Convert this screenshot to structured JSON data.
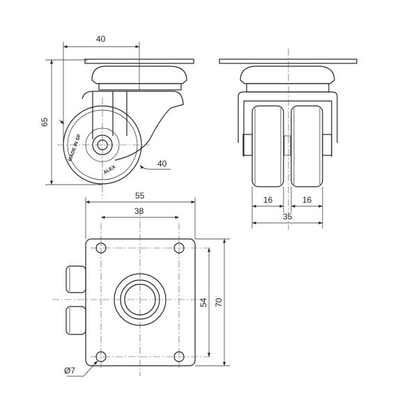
{
  "side_view": {
    "width_dim": "40",
    "height_dim": "65",
    "wheel_dim": "40",
    "wheel_text": "MADE IN SP",
    "wheel_logo": "ALEX"
  },
  "front_view": {
    "wheel_left_dim": "16",
    "wheel_right_dim": "16",
    "total_dim": "35"
  },
  "top_view": {
    "plate_width_dim": "55",
    "hole_spacing_x_dim": "38",
    "hole_spacing_y_dim": "54",
    "plate_height_dim": "70",
    "hole_diameter_dim": "Ø7"
  }
}
